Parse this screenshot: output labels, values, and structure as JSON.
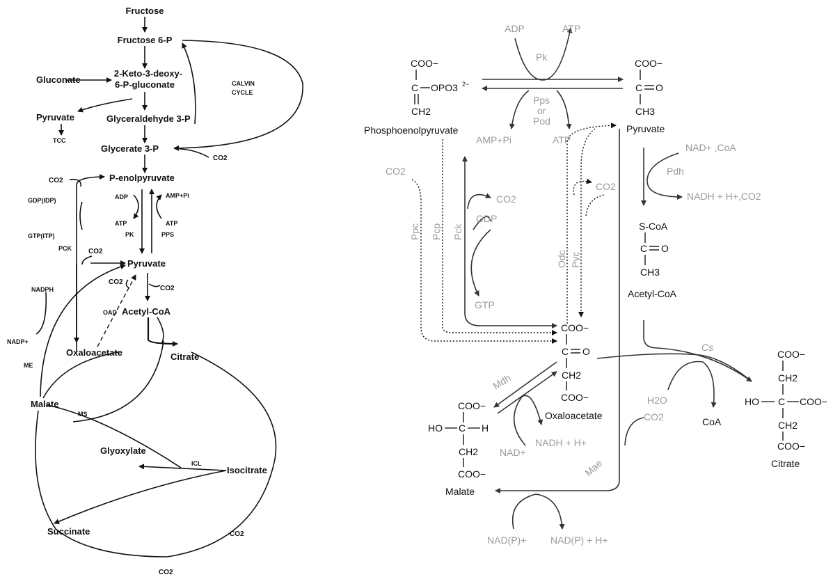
{
  "left_pathway": {
    "fructose": "Fructose",
    "fructose6p": "Fructose 6-P",
    "gluconate": "Gluconate",
    "keto_line1": "2-Keto-3-deoxy-",
    "keto_line2": "6-P-gluconate",
    "calvin_line1": "CALVIN",
    "calvin_line2": "CYCLE",
    "pyruvate_top": "Pyruvate",
    "glyceraldehyde": "Glyceraldehyde 3-P",
    "tcc": "TCC",
    "glycerate": "Glycerate 3-P",
    "co2_glycerate": "CO2",
    "co2_pep": "CO2",
    "pep": "P-enolpyruvate",
    "gdp": "GDP(IDP)",
    "gtp": "GTP(ITP)",
    "pck": "PCK",
    "adp": "ADP",
    "atp_pk": "ATP",
    "pk": "PK",
    "amp": "AMP+Pi",
    "atp_pps": "ATP",
    "pps": "PPS",
    "co2_pck": "CO2",
    "pyruvate": "Pyruvate",
    "nadph": "NADPH",
    "co2_oad": "CO2",
    "co2_pdh": "CO2",
    "oad": "OAD",
    "acetylcoa": "Acetyl-CoA",
    "nadp": "NADP+",
    "me": "ME",
    "oxaloacetate": "Oxaloacetate",
    "citrate": "Citrate",
    "malate": "Malate",
    "ms": "MS",
    "glyoxylate": "Glyoxylate",
    "icl": "ICL",
    "isocitrate": "Isocitrate",
    "co2_iso": "CO2",
    "succinate": "Succinate",
    "co2_succ": "CO2"
  },
  "right_pathway": {
    "adp": "ADP",
    "atp_top": "ATP",
    "pk": "Pk",
    "pep_coo": "COO−",
    "pep_c": "C",
    "pep_opo3": "OPO3",
    "pep_charge": "2−",
    "pep_ch2": "CH2",
    "pep_name": "Phosphoenolpyruvate",
    "pyr_coo": "COO−",
    "pyr_c": "C",
    "pyr_o": "O",
    "pyr_ch3": "CH3",
    "pyr_name": "Pyruvate",
    "pps": "Pps",
    "or": "or",
    "pod": "Pod",
    "amp_pi": "AMP+Pi",
    "atp_bottom": "ATP",
    "co2_ppc": "CO2",
    "ppc": "Ppc",
    "pcp": "Pcp",
    "pck": "Pck",
    "co2_pck": "CO2",
    "gdp": "GDP",
    "gtp": "GTP",
    "odc": "Odc",
    "pyc": "Pyc",
    "co2_pyc": "CO2",
    "nad_coa": "NAD+ ,CoA",
    "pdh": "Pdh",
    "nadh_co2": "NADH + H+,CO2",
    "acoa_scoa": "S-CoA",
    "acoa_c": "C",
    "acoa_o": "O",
    "acoa_ch3": "CH3",
    "acoa_name": "Acetyl-CoA",
    "oaa_coo_top": "COO−",
    "oaa_c": "C",
    "oaa_o": "O",
    "oaa_ch2": "CH2",
    "oaa_coo_bottom": "COO−",
    "oaa_name": "Oxaloacetate",
    "cs": "Cs",
    "h2o": "H2O",
    "coa": "CoA",
    "cit_coo_top": "COO−",
    "cit_ch2_top": "CH2",
    "cit_ho": "HO",
    "cit_c": "C",
    "cit_coo_right": "COO−",
    "cit_ch2_bottom": "CH2",
    "cit_coo_bottom": "COO−",
    "cit_name": "Citrate",
    "mdh": "Mdh",
    "mal_coo_top": "COO−",
    "mal_ho": "HO",
    "mal_c": "C",
    "mal_h": "H",
    "mal_ch2": "CH2",
    "mal_coo_bottom": "COO−",
    "mal_name": "Malate",
    "nad": "NAD+",
    "nadh": "NADH + H+",
    "mae": "Mae",
    "co2_mae": "CO2",
    "nadp_left": "NAD(P)+",
    "nadp_right": "NAD(P) + H+"
  }
}
